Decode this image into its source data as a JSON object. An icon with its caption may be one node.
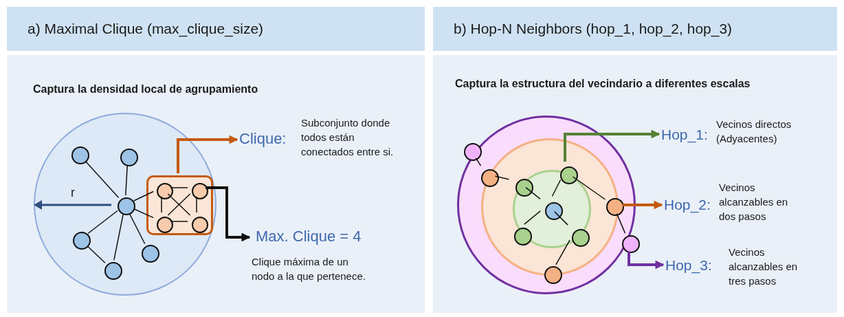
{
  "diagram": {
    "nodes": [
      {
        "text": [
          "a) Maximal Clique (max_clique_size)"
        ]
      },
      {
        "text": [
          "Captura la densidad local de agrupamiento"
        ]
      },
      {
        "text": [],
        "shape": "circle",
        "in": 1
      },
      {
        "text": [],
        "shape": "circle",
        "in": 2
      },
      {
        "text": [],
        "shape": "circle",
        "in": 2
      },
      {
        "text": [],
        "shape": "circle",
        "in": 2
      },
      {
        "text": [],
        "shape": "circle",
        "in": 2
      },
      {
        "text": [],
        "shape": "circle",
        "in": 2
      },
      {
        "text": [],
        "shape": "circle",
        "in": 2
      },
      {
        "text": [],
        "shape": "box",
        "in": 2
      },
      {
        "text": [],
        "shape": "circle",
        "in": 9
      },
      {
        "text": [],
        "shape": "circle",
        "in": 9
      },
      {
        "text": [],
        "shape": "circle",
        "in": 9
      },
      {
        "text": [],
        "shape": "circle",
        "in": 9
      },
      {
        "text": [
          "Clique:",
          "Subconjunto donde todos están conectados entre si."
        ],
        "in": 1
      },
      {
        "text": [
          "Max. Clique = 4",
          "Clique máxima de un nodo a la que pertenece."
        ],
        "in": 1
      },
      {
        "text": [
          "b) Hop-N Neighbors (hop_1, hop_2, hop_3)"
        ]
      },
      {
        "text": [
          "Captura la estructura del vecindario a diferentes escalas"
        ]
      },
      {
        "text": [],
        "shape": "circle",
        "in": 17
      },
      {
        "text": [],
        "shape": "circle",
        "in": 18
      },
      {
        "text": [],
        "shape": "circle",
        "in": 19
      },
      {
        "text": [],
        "shape": "circle",
        "in": 20
      },
      {
        "text": [],
        "shape": "circle",
        "in": 20
      },
      {
        "text": [],
        "shape": "circle",
        "in": 19
      },
      {
        "text": [],
        "shape": "circle",
        "in": 20
      },
      {
        "text": [],
        "shape": "circle",
        "in": 20
      },
      {
        "text": [],
        "shape": "circle",
        "in": 19
      },
      {
        "text": [],
        "shape": "circle",
        "in": 18
      },
      {
        "text": [],
        "shape": "circle",
        "in": 18
      },
      {
        "text": [],
        "shape": "circle",
        "in": 18
      },
      {
        "text": [],
        "shape": "circle",
        "in": 18
      },
      {
        "text": [
          "Hop_1:",
          "Vecinos directos (Adyacentes)"
        ],
        "in": 17
      },
      {
        "text": [
          "Hop_2:",
          "Vecinos alcanzables en dos pasos"
        ],
        "in": 17
      },
      {
        "text": [
          "Hop_3:",
          "Vecinos alcanzables en tres pasos"
        ],
        "in": 17
      }
    ],
    "edges": [
      {
        "from": 3,
        "to": 4,
        "arrow": "none"
      },
      {
        "from": 3,
        "to": 5,
        "arrow": "none"
      },
      {
        "from": 3,
        "to": 6,
        "arrow": "none"
      },
      {
        "from": 3,
        "to": 7,
        "arrow": "none"
      },
      {
        "from": 3,
        "to": 8,
        "arrow": "none"
      },
      {
        "from": 6,
        "to": 7,
        "arrow": "none"
      },
      {
        "from": 3,
        "to": 10,
        "arrow": "none"
      },
      {
        "from": 3,
        "to": 12,
        "arrow": "none"
      },
      {
        "from": 10,
        "to": 11,
        "arrow": "none"
      },
      {
        "from": 10,
        "to": 12,
        "arrow": "none"
      },
      {
        "from": 11,
        "to": 13,
        "arrow": "none"
      },
      {
        "from": 12,
        "to": 13,
        "arrow": "none"
      },
      {
        "from": 10,
        "to": 13,
        "arrow": "none"
      },
      {
        "from": 11,
        "to": 12,
        "arrow": "none"
      },
      {
        "from": 9,
        "to": 14,
        "arrow": "to",
        "style": "thick",
        "color": "#c55a11"
      },
      {
        "from": 11,
        "to": 15,
        "arrow": "to",
        "style": "thick"
      },
      {
        "from": 29,
        "to": 23,
        "arrow": "none"
      },
      {
        "from": 23,
        "to": 22,
        "arrow": "none"
      },
      {
        "from": 22,
        "to": 21,
        "arrow": "none"
      },
      {
        "from": 26,
        "to": 21,
        "arrow": "none"
      },
      {
        "from": 24,
        "to": 21,
        "arrow": "none"
      },
      {
        "from": 25,
        "to": 21,
        "arrow": "none"
      },
      {
        "from": 26,
        "to": 27,
        "arrow": "none"
      },
      {
        "from": 27,
        "to": 30,
        "arrow": "none"
      },
      {
        "from": 25,
        "to": 28,
        "arrow": "none"
      },
      {
        "from": 26,
        "to": 31,
        "arrow": "to",
        "style": "thick",
        "color": "#548235"
      },
      {
        "from": 27,
        "to": 32,
        "arrow": "to",
        "style": "thick",
        "color": "#c55a11"
      },
      {
        "from": 30,
        "to": 33,
        "arrow": "to",
        "style": "thick",
        "color": "#7030a0"
      }
    ],
    "labels": [
      "r"
    ]
  }
}
